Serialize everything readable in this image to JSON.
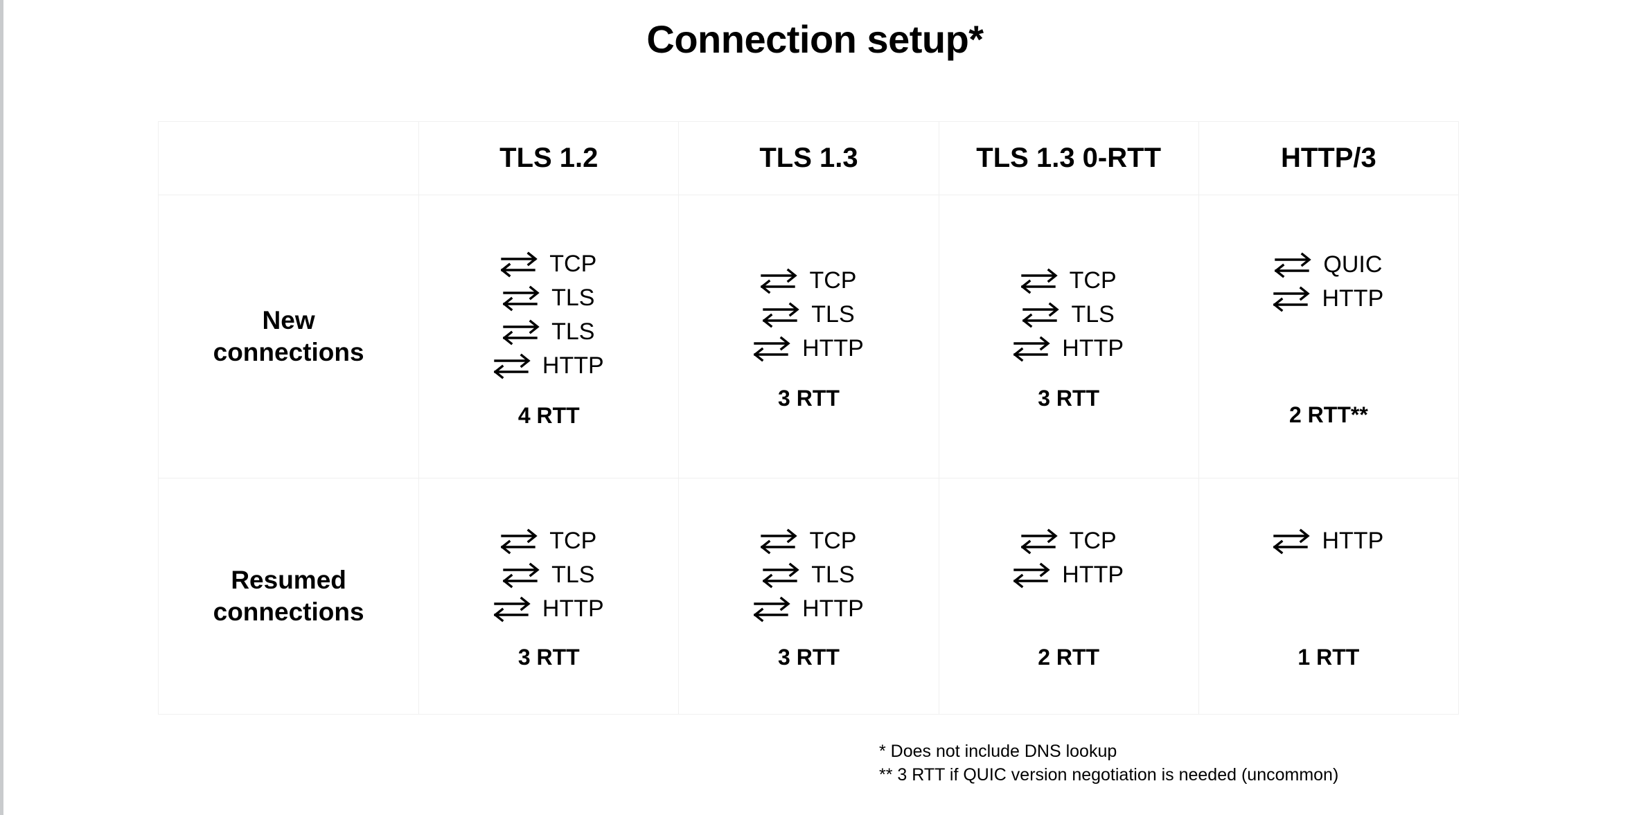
{
  "title": "Connection setup*",
  "table": {
    "corner_label": "",
    "columns": [
      "TLS 1.2",
      "TLS 1.3",
      "TLS 1.3 0-RTT",
      "HTTP/3"
    ],
    "arrow_icon": "bidirectional-exchange-arrow",
    "rows": [
      {
        "label_line1": "New",
        "label_line2": "connections",
        "cells": [
          {
            "steps": [
              "TCP",
              "TLS",
              "TLS",
              "HTTP"
            ],
            "rtt": "4 RTT"
          },
          {
            "steps": [
              "TCP",
              "TLS",
              "HTTP"
            ],
            "rtt": "3 RTT"
          },
          {
            "steps": [
              "TCP",
              "TLS",
              "HTTP"
            ],
            "rtt": "3 RTT"
          },
          {
            "steps": [
              "QUIC",
              "HTTP"
            ],
            "rtt": "2 RTT**"
          }
        ]
      },
      {
        "label_line1": "Resumed",
        "label_line2": "connections",
        "cells": [
          {
            "steps": [
              "TCP",
              "TLS",
              "HTTP"
            ],
            "rtt": "3 RTT"
          },
          {
            "steps": [
              "TCP",
              "TLS",
              "HTTP"
            ],
            "rtt": "3 RTT"
          },
          {
            "steps": [
              "TCP",
              "HTTP"
            ],
            "rtt": "2 RTT"
          },
          {
            "steps": [
              "HTTP"
            ],
            "rtt": "1 RTT"
          }
        ]
      }
    ]
  },
  "footnotes": [
    "* Does not include DNS lookup",
    "** 3 RTT if QUIC version negotiation is needed (uncommon)"
  ],
  "colors": {
    "background": "#ffffff",
    "text": "#000000",
    "grid_line": "#f0f0f0",
    "left_edge_strip": "#c9cbcd"
  }
}
